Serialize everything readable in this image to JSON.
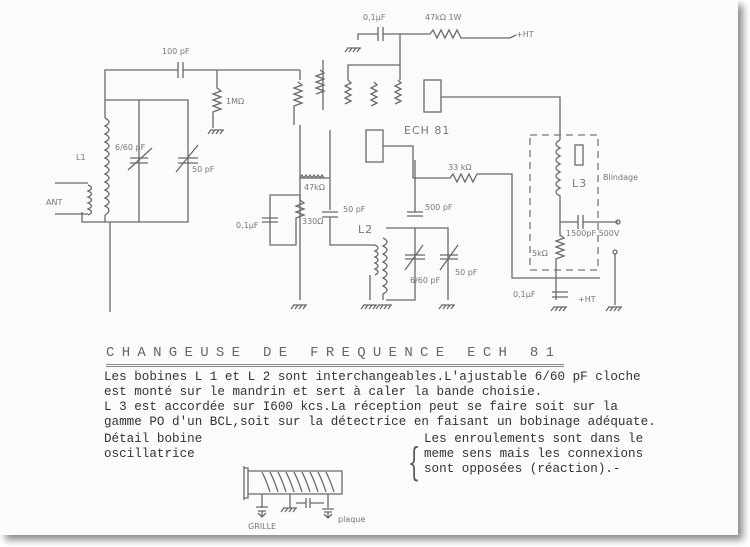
{
  "schematic": {
    "labels": {
      "c_100pf": "100 pF",
      "r_1m": "1MΩ",
      "l1": "L1",
      "trim_l1": "6/60 pF",
      "cv_l1": "50 pF",
      "ant": "ANT",
      "r_47k": "47kΩ",
      "c_01_left": "0,1µF",
      "r_330": "330Ω",
      "c_50pf_mid": "50 pF",
      "l2": "L2",
      "c_500pf": "500 pF",
      "trim_l2": "6/60 pF",
      "cv_l2": "50 pF",
      "c_01_top": "0,1µF",
      "r_47k_1w": "47kΩ 1W",
      "ht_top": "+HT",
      "tube": "ECH 81",
      "r_33k": "33 kΩ",
      "l3": "L3",
      "blindage": "Blindage",
      "c_1500pf": "1500pF 500V",
      "r_5k": "5kΩ",
      "c_01_bottom": "0,1µF",
      "ht_bottom": "+HT",
      "grille": "GRILLE",
      "plaque": "plaque"
    }
  },
  "document": {
    "title": "CHANGEUSE DE FREQUENCE ECH 81",
    "paragraph": [
      "Les bobines L 1 et L 2 sont interchangeables.L'ajustable 6/60 pF cloche",
      "est monté sur le mandrin et sert à caler la bande choisie.",
      "L 3 est accordée sur I600 kcs.La réception peut se faire soit sur la",
      "gamme PO d'un BCL,soit sur la détectrice en faisant un bobinage adéquate."
    ],
    "detail_label": [
      "Détail bobine",
      "oscillatrice"
    ],
    "note": [
      "Les enroulements sont dans le",
      "meme sens mais les connexions",
      "sont opposées (réaction).-"
    ]
  }
}
